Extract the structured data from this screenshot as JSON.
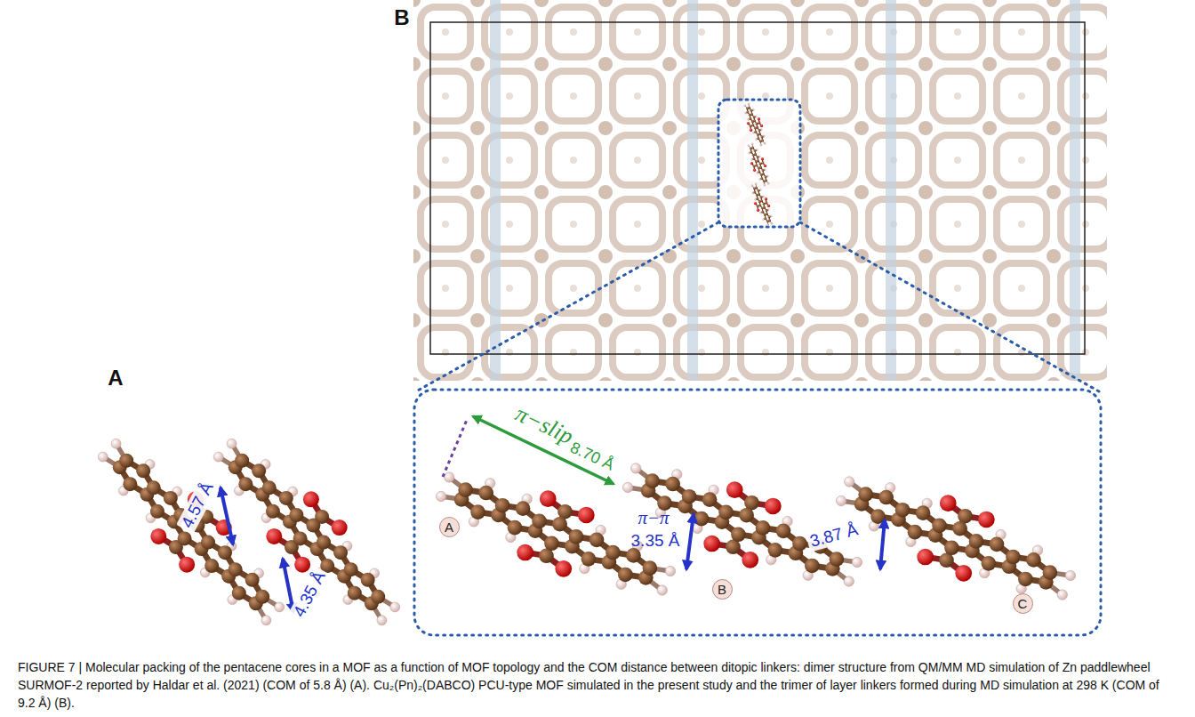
{
  "diagram": {
    "caption": "FIGURE 7 | Molecular packing of the pentacene cores in a MOF as a function of MOF topology and the COM distance between ditopic linkers: dimer structure from QM/MM MD simulation of Zn paddlewheel SURMOF-2 reported by Haldar et al. (2021) (COM of 5.8 Å) (A). Cu₂(Pn)₂(DABCO) PCU-type MOF simulated in the present study and the trimer of layer linkers formed during MD simulation at 298 K (COM of 9.2 Å) (B).",
    "nodes": [
      {
        "text": [
          "A"
        ]
      },
      {
        "text": [
          "B"
        ]
      },
      {
        "text": [
          "C"
        ]
      }
    ],
    "labels": [
      "A",
      "B",
      "4.57 Å",
      "4.35 Å",
      "π−slip",
      "8.70 Å",
      "π−π",
      "3.35 Å",
      "3.87 Å"
    ]
  }
}
